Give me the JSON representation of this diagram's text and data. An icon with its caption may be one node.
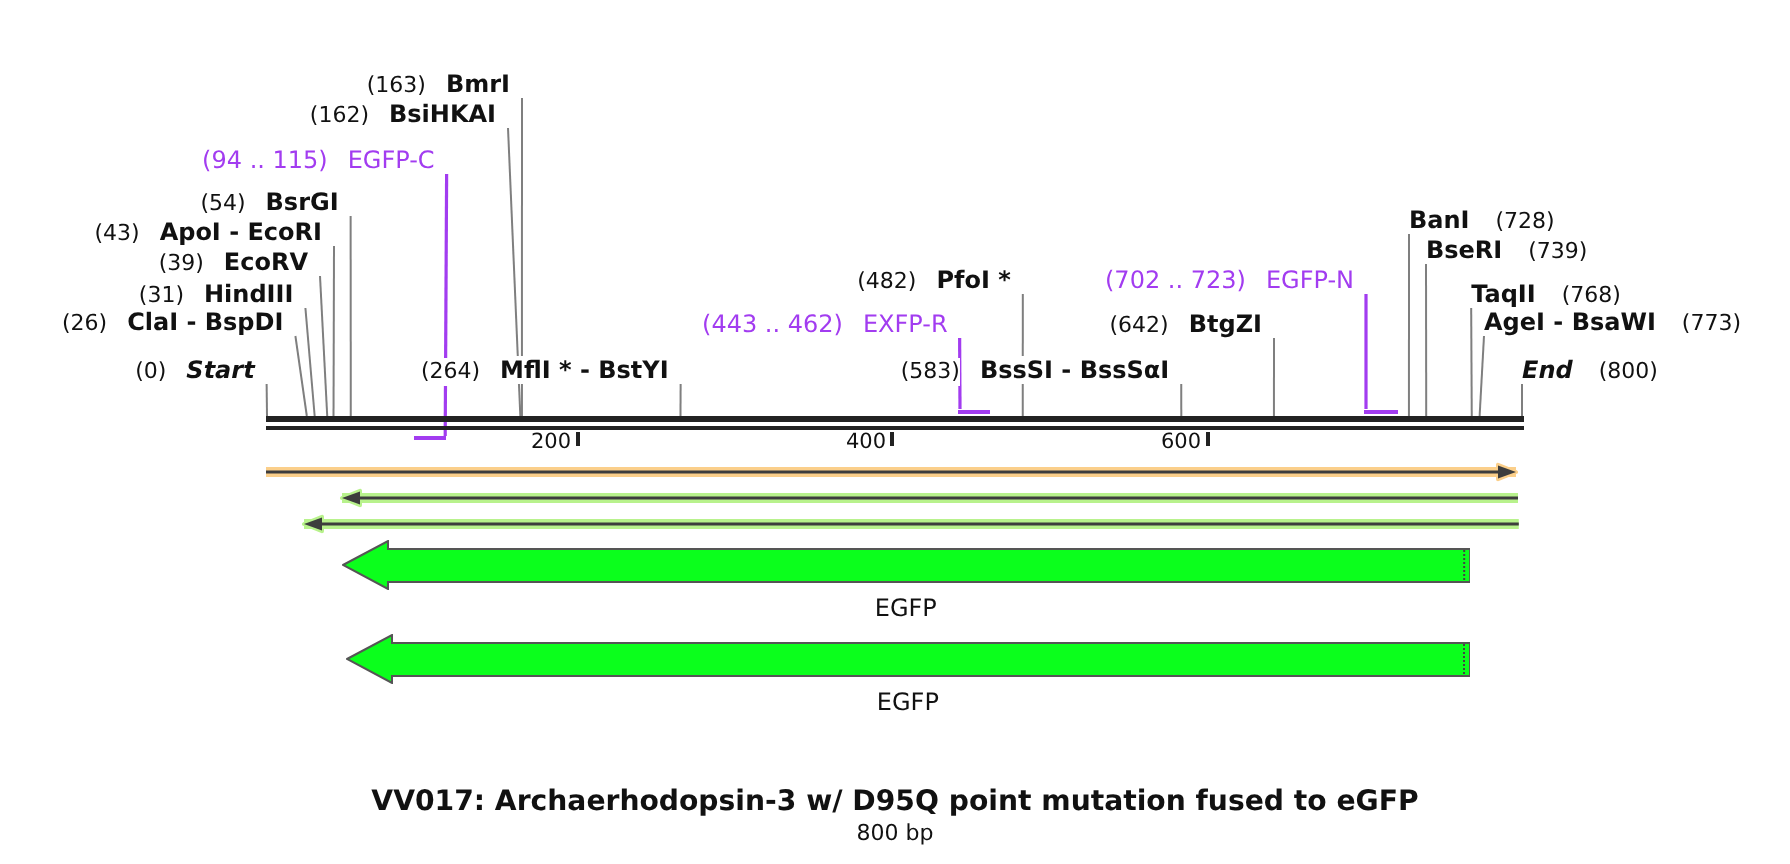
{
  "diagram": {
    "title": "VV017: Archaerhodopsin-3 w/ D95Q point mutation fused to eGFP",
    "caption": "800 bp",
    "nodes": [
      {
        "text": [
          "(0)",
          "Start"
        ]
      },
      {
        "text": [
          "(26)",
          "ClaI - BspDI"
        ]
      },
      {
        "text": [
          "(31)",
          "HindIII"
        ]
      },
      {
        "text": [
          "(39)",
          "EcoRV"
        ]
      },
      {
        "text": [
          "(43)",
          "ApoI - EcoRI"
        ]
      },
      {
        "text": [
          "(54)",
          "BsrGI"
        ]
      },
      {
        "text": [
          "(94 .. 115)",
          "EGFP-C"
        ]
      },
      {
        "text": [],
        "shape": "bar"
      },
      {
        "text": [
          "(162)",
          "BsiHKAI"
        ]
      },
      {
        "text": [
          "(163)",
          "BmrI"
        ]
      },
      {
        "text": [
          "(264)",
          "MflI * - BstYI"
        ]
      },
      {
        "text": [
          "(443 .. 462)",
          "EXFP-R"
        ]
      },
      {
        "text": [],
        "shape": "bar"
      },
      {
        "text": [
          "(482)",
          "PfoI *"
        ]
      },
      {
        "text": [
          "(583)",
          "BssSI - BssSαI"
        ]
      },
      {
        "text": [
          "(642)",
          "BtgZI"
        ]
      },
      {
        "text": [
          "(702 .. 723)",
          "EGFP-N"
        ]
      },
      {
        "text": [],
        "shape": "bar"
      },
      {
        "text": [
          "BanI",
          "(728)"
        ]
      },
      {
        "text": [
          "BseRI",
          "(739)"
        ]
      },
      {
        "text": [
          "TaqII",
          "(768)"
        ]
      },
      {
        "text": [
          "AgeI - BsaWI",
          "(773)"
        ]
      },
      {
        "text": [
          "End",
          "(800)"
        ]
      },
      {
        "text": [],
        "shape": "bar"
      },
      {
        "text": [],
        "shape": "arrow"
      },
      {
        "text": [],
        "shape": "arrow"
      },
      {
        "text": [],
        "shape": "arrow"
      },
      {
        "text": [
          "EGFP"
        ]
      },
      {
        "text": [
          "EGFP"
        ]
      }
    ],
    "edges": [
      {
        "from": 0,
        "to": 23,
        "arrow": "none"
      },
      {
        "from": 1,
        "to": 23,
        "arrow": "none"
      },
      {
        "from": 2,
        "to": 23,
        "arrow": "none"
      },
      {
        "from": 3,
        "to": 23,
        "arrow": "none"
      },
      {
        "from": 4,
        "to": 23,
        "arrow": "none"
      },
      {
        "from": 5,
        "to": 23,
        "arrow": "none"
      },
      {
        "from": 6,
        "to": 7,
        "arrow": "none",
        "color": "#a23cf0"
      },
      {
        "from": 8,
        "to": 23,
        "arrow": "none"
      },
      {
        "from": 9,
        "to": 23,
        "arrow": "none"
      },
      {
        "from": 10,
        "to": 23,
        "arrow": "none"
      },
      {
        "from": 11,
        "to": 12,
        "arrow": "none",
        "color": "#a23cf0"
      },
      {
        "from": 13,
        "to": 23,
        "arrow": "none"
      },
      {
        "from": 14,
        "to": 23,
        "arrow": "none"
      },
      {
        "from": 15,
        "to": 23,
        "arrow": "none"
      },
      {
        "from": 16,
        "to": 17,
        "arrow": "none",
        "color": "#a23cf0"
      },
      {
        "from": 18,
        "to": 23,
        "arrow": "none"
      },
      {
        "from": 19,
        "to": 23,
        "arrow": "none"
      },
      {
        "from": 20,
        "to": 23,
        "arrow": "none"
      },
      {
        "from": 21,
        "to": 23,
        "arrow": "none"
      },
      {
        "from": 22,
        "to": 23,
        "arrow": "none"
      }
    ],
    "labels": [
      "200",
      "400",
      "600"
    ]
  }
}
